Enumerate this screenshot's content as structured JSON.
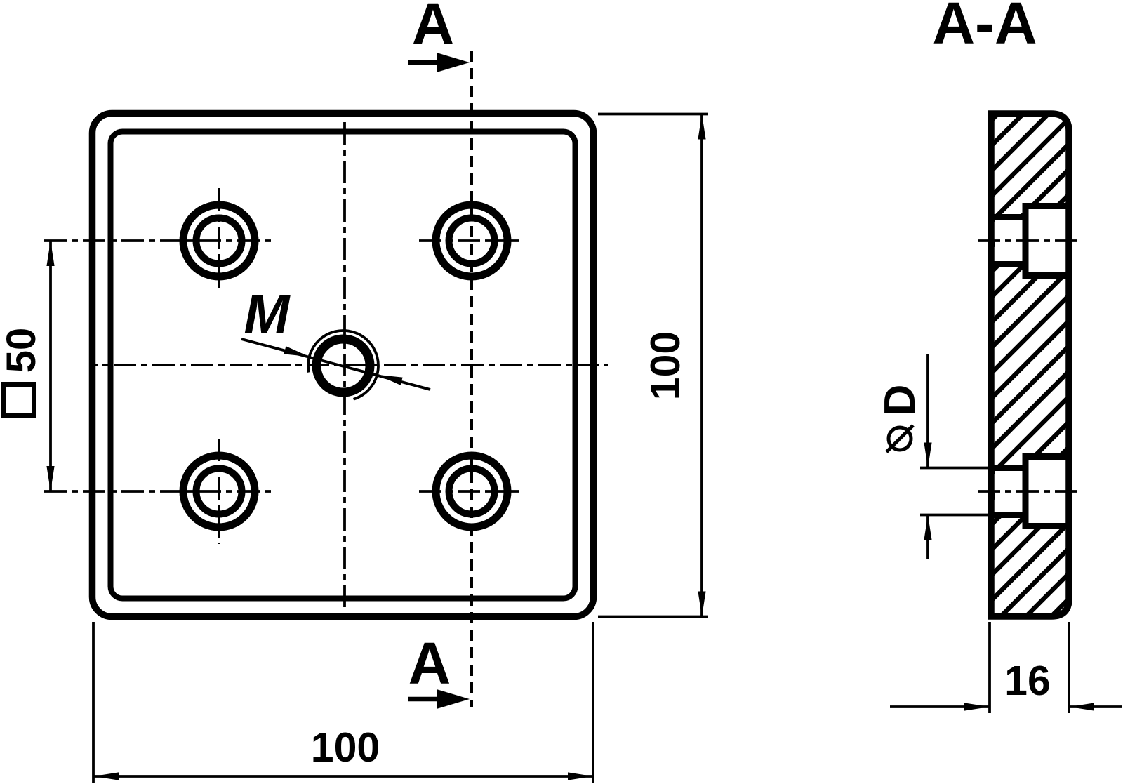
{
  "colors": {
    "ink": "#000000",
    "background": "#ffffff"
  },
  "front_view": {
    "thread_label": "M",
    "hole_spacing_value": "50",
    "height_value": "100",
    "width_value": "100",
    "section_marker_top": "A",
    "section_marker_bottom": "A"
  },
  "section_view": {
    "title": "A-A",
    "thickness_value": "16",
    "hole_diameter_letter": "D"
  }
}
